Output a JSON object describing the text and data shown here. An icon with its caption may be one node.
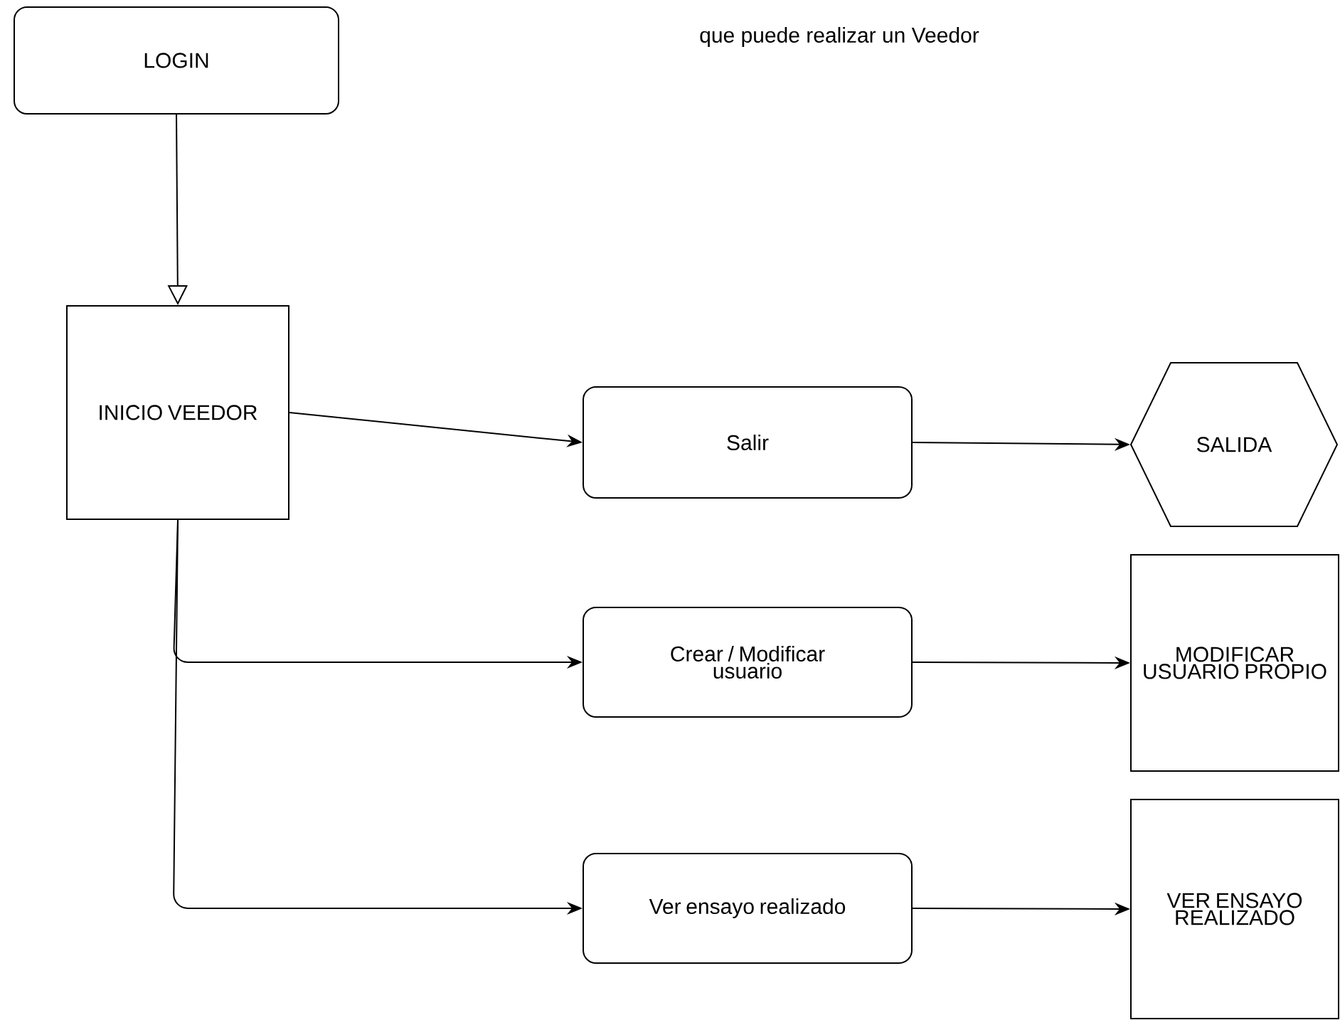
{
  "diagram": {
    "nodes": [
      {
        "text": [
          "LOGIN"
        ]
      },
      {
        "text": [
          "INICIO VEEDOR"
        ]
      },
      {
        "text": [
          "Salir"
        ]
      },
      {
        "text": [
          "SALIDA"
        ]
      },
      {
        "text": [
          "Crear / Modificar usuario"
        ]
      },
      {
        "text": [
          "MODIFICAR USUARIO PROPIO"
        ]
      },
      {
        "text": [
          "Ver ensayo realizado"
        ]
      },
      {
        "text": [
          "VER ENSAYO REALIZADO"
        ]
      }
    ],
    "edges": [
      {
        "from": 0,
        "to": 1,
        "arrow": "to"
      },
      {
        "from": 1,
        "to": 2,
        "arrow": "to"
      },
      {
        "from": 2,
        "to": 3,
        "arrow": "to"
      },
      {
        "from": 1,
        "to": 4,
        "arrow": "to"
      },
      {
        "from": 4,
        "to": 5,
        "arrow": "to"
      },
      {
        "from": 1,
        "to": 6,
        "arrow": "to"
      },
      {
        "from": 6,
        "to": 7,
        "arrow": "to"
      }
    ],
    "labels": [
      "que puede realizar un Veedor"
    ]
  }
}
